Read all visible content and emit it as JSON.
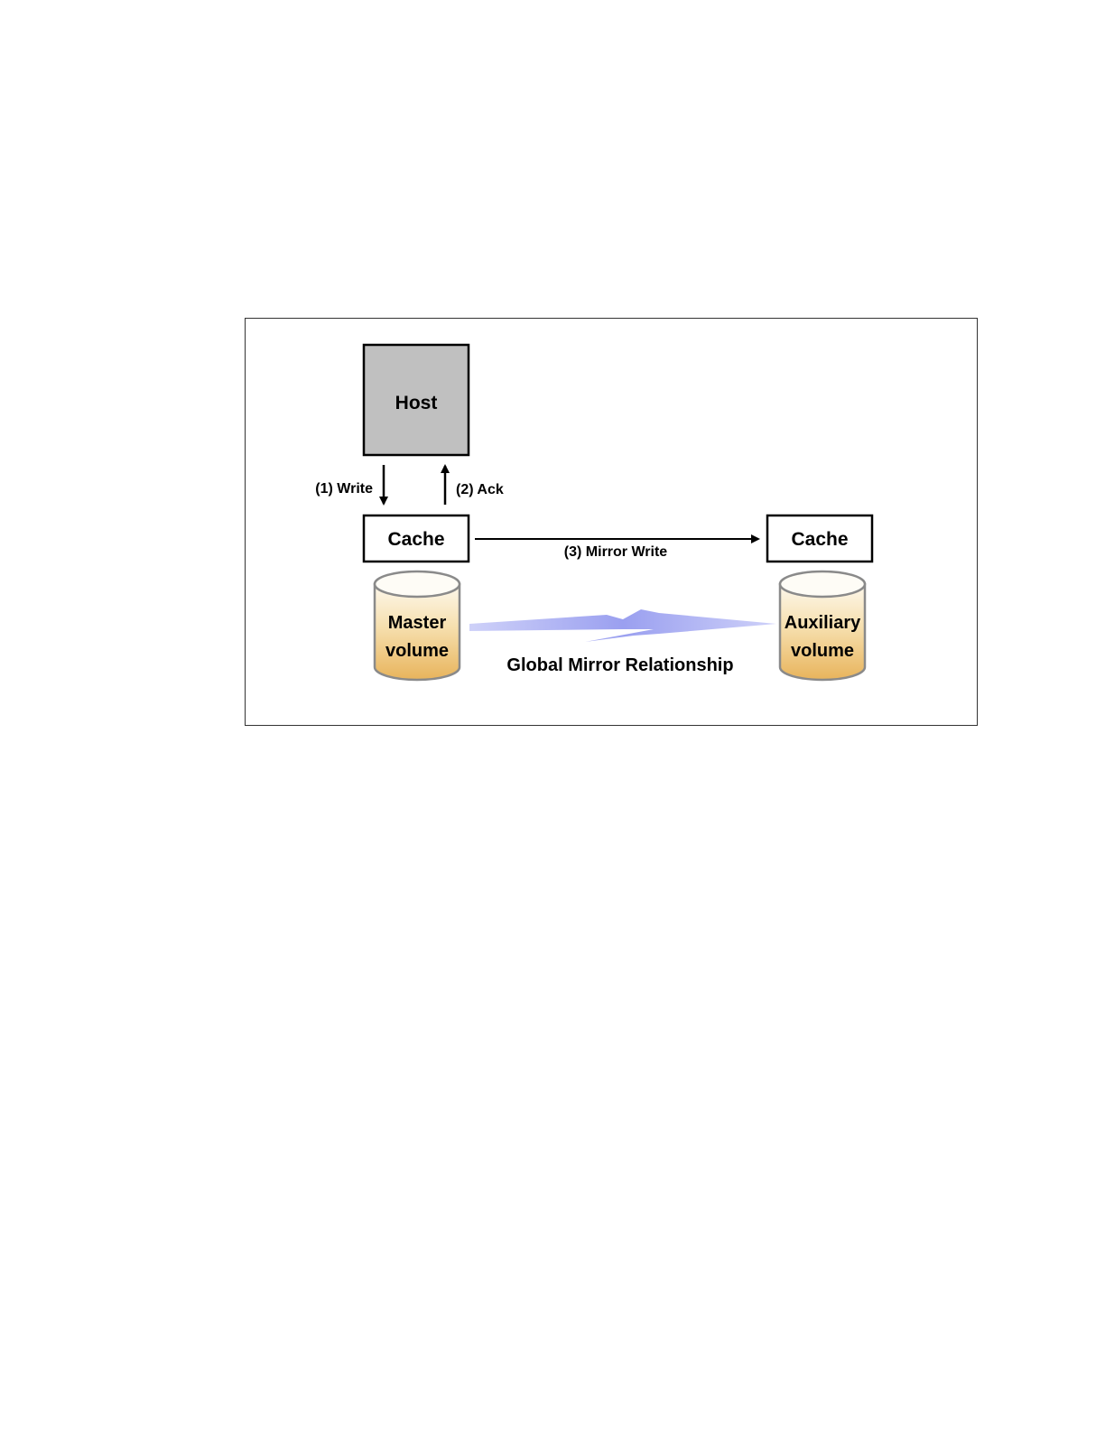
{
  "diagram": {
    "host": {
      "label": "Host"
    },
    "primary_cache": {
      "label": "Cache"
    },
    "secondary_cache": {
      "label": "Cache"
    },
    "master_volume": {
      "line1": "Master",
      "line2": "volume"
    },
    "auxiliary_volume": {
      "line1": "Auxiliary",
      "line2": "volume"
    },
    "flows": {
      "write": "(1) Write",
      "ack": "(2) Ack",
      "mirror_write": "(3) Mirror Write"
    },
    "relationship": {
      "label": "Global Mirror Relationship"
    },
    "colors": {
      "host_fill": "#c0c0c0",
      "volume_top": "#fdf8ec",
      "volume_bottom": "#e8b45c",
      "lightning": "#9a9ff0"
    }
  }
}
